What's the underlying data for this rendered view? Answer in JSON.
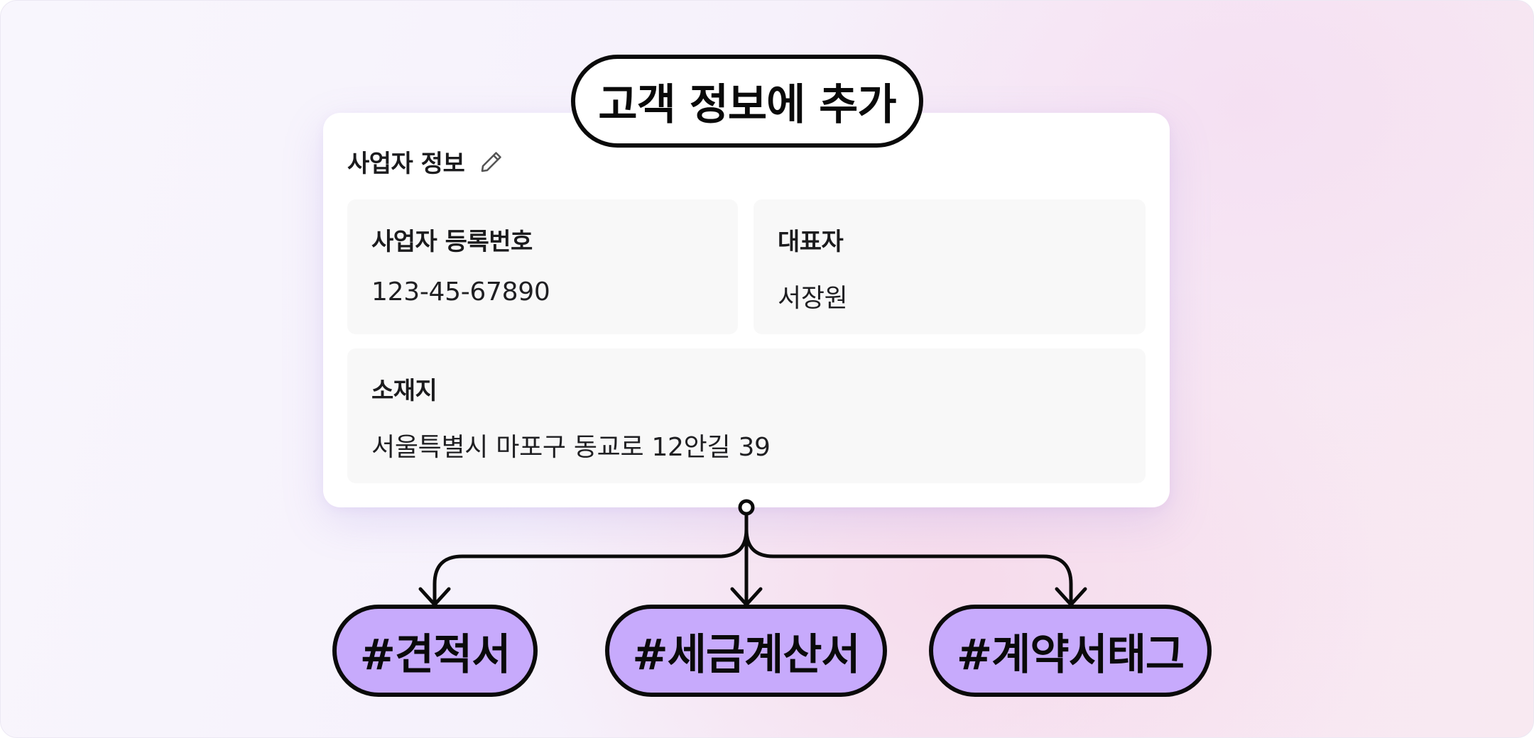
{
  "header_pill": {
    "label": "고객 정보에 추가"
  },
  "card": {
    "title": "사업자 정보",
    "edit_icon": "pencil-icon",
    "fields": {
      "registration": {
        "label": "사업자 등록번호",
        "value": "123-45-67890"
      },
      "representative": {
        "label": "대표자",
        "value": "서장원"
      },
      "address": {
        "label": "소재지",
        "value": "서울특별시 마포구 동교로 12안길 39"
      }
    }
  },
  "tags": [
    {
      "label": "#견적서"
    },
    {
      "label": "#세금계산서"
    },
    {
      "label": "#계약서태그"
    }
  ],
  "colors": {
    "tag_fill": "#c7aafc",
    "outline": "#0a0a0a",
    "card_bg": "#ffffff",
    "field_bg": "#f8f8f8"
  }
}
